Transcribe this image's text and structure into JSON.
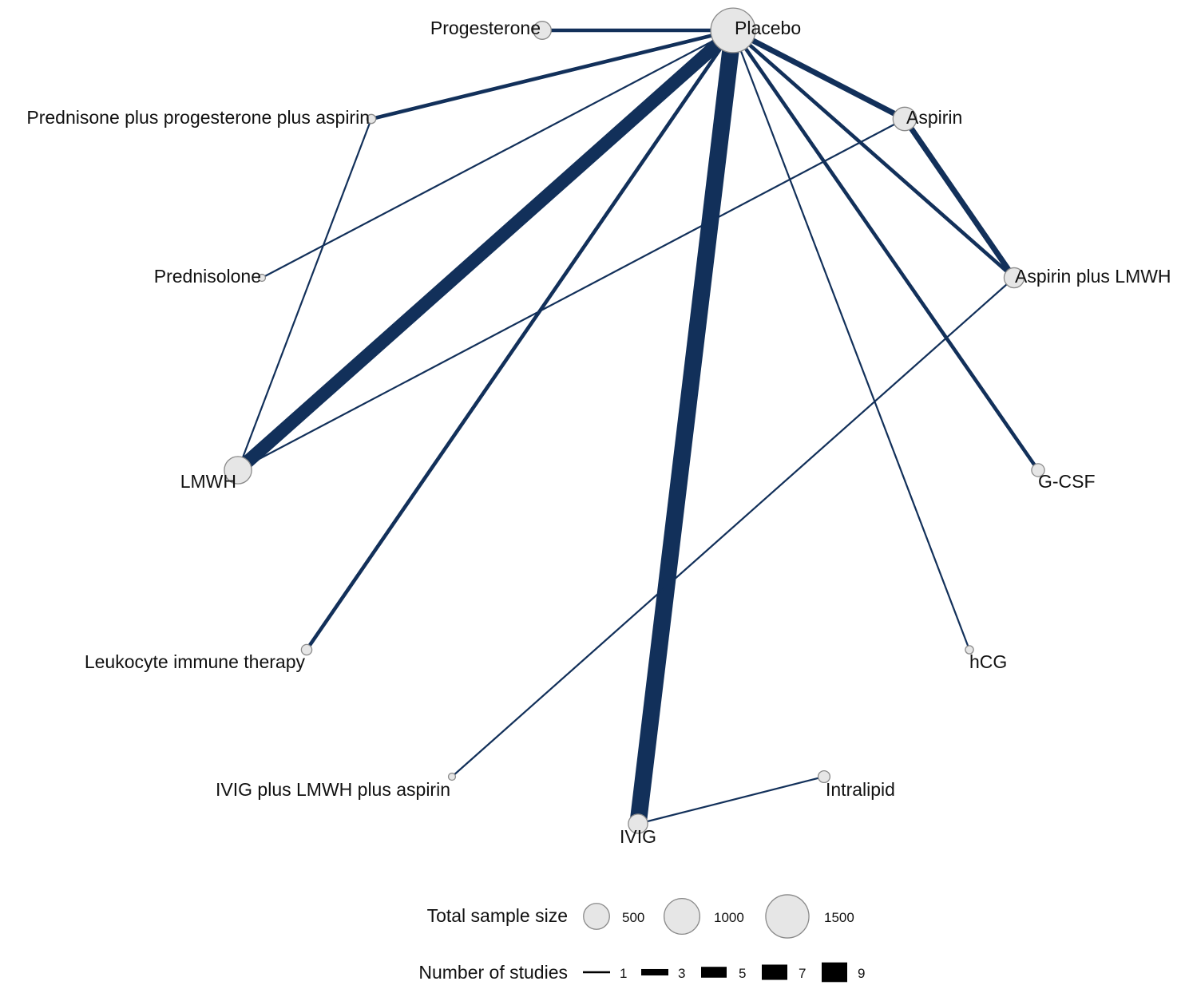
{
  "colors": {
    "edge": "#12305a",
    "node_fill": "#e6e6e6",
    "node_stroke": "#8a8a8a",
    "legend_mark": "#000000",
    "text": "#111111"
  },
  "nodes": [
    {
      "id": "placebo",
      "label": "Placebo",
      "sample_size": 1600
    },
    {
      "id": "progesterone",
      "label": "Progesterone",
      "sample_size": 220
    },
    {
      "id": "ppa",
      "label": "Prednisone plus progesterone plus aspirin",
      "sample_size": 40
    },
    {
      "id": "prednisolone",
      "label": "Prednisolone",
      "sample_size": 20
    },
    {
      "id": "aspirin",
      "label": "Aspirin",
      "sample_size": 400
    },
    {
      "id": "asp_lmwh",
      "label": "Aspirin plus LMWH",
      "sample_size": 280
    },
    {
      "id": "lmwh",
      "label": "LMWH",
      "sample_size": 560
    },
    {
      "id": "gcsf",
      "label": "G-CSF",
      "sample_size": 100
    },
    {
      "id": "leuko",
      "label": "Leukocyte immune therapy",
      "sample_size": 60
    },
    {
      "id": "hcg",
      "label": "hCG",
      "sample_size": 30
    },
    {
      "id": "ivig_lmwh_asp",
      "label": "IVIG plus LMWH plus aspirin",
      "sample_size": 20
    },
    {
      "id": "intralipid",
      "label": "Intralipid",
      "sample_size": 80
    },
    {
      "id": "ivig",
      "label": "IVIG",
      "sample_size": 260
    }
  ],
  "edges": [
    {
      "from": "placebo",
      "to": "progesterone",
      "studies": 2
    },
    {
      "from": "placebo",
      "to": "ppa",
      "studies": 2
    },
    {
      "from": "placebo",
      "to": "prednisolone",
      "studies": 1
    },
    {
      "from": "placebo",
      "to": "lmwh",
      "studies": 7
    },
    {
      "from": "placebo",
      "to": "leuko",
      "studies": 2
    },
    {
      "from": "placebo",
      "to": "ivig",
      "studies": 9
    },
    {
      "from": "placebo",
      "to": "hcg",
      "studies": 1
    },
    {
      "from": "placebo",
      "to": "gcsf",
      "studies": 2
    },
    {
      "from": "placebo",
      "to": "asp_lmwh",
      "studies": 2
    },
    {
      "from": "placebo",
      "to": "aspirin",
      "studies": 3
    },
    {
      "from": "ppa",
      "to": "lmwh",
      "studies": 1
    },
    {
      "from": "aspirin",
      "to": "lmwh",
      "studies": 1
    },
    {
      "from": "aspirin",
      "to": "asp_lmwh",
      "studies": 3
    },
    {
      "from": "asp_lmwh",
      "to": "ivig_lmwh_asp",
      "studies": 1
    },
    {
      "from": "ivig",
      "to": "intralipid",
      "studies": 1
    }
  ],
  "legend": {
    "size_title": "Total sample size",
    "size_items": [
      {
        "label": "500",
        "value": 500
      },
      {
        "label": "1000",
        "value": 1000
      },
      {
        "label": "1500",
        "value": 1500
      }
    ],
    "studies_title": "Number of studies",
    "studies_items": [
      {
        "label": "1",
        "value": 1
      },
      {
        "label": "3",
        "value": 3
      },
      {
        "label": "5",
        "value": 5
      },
      {
        "label": "7",
        "value": 7
      },
      {
        "label": "9",
        "value": 9
      }
    ]
  }
}
